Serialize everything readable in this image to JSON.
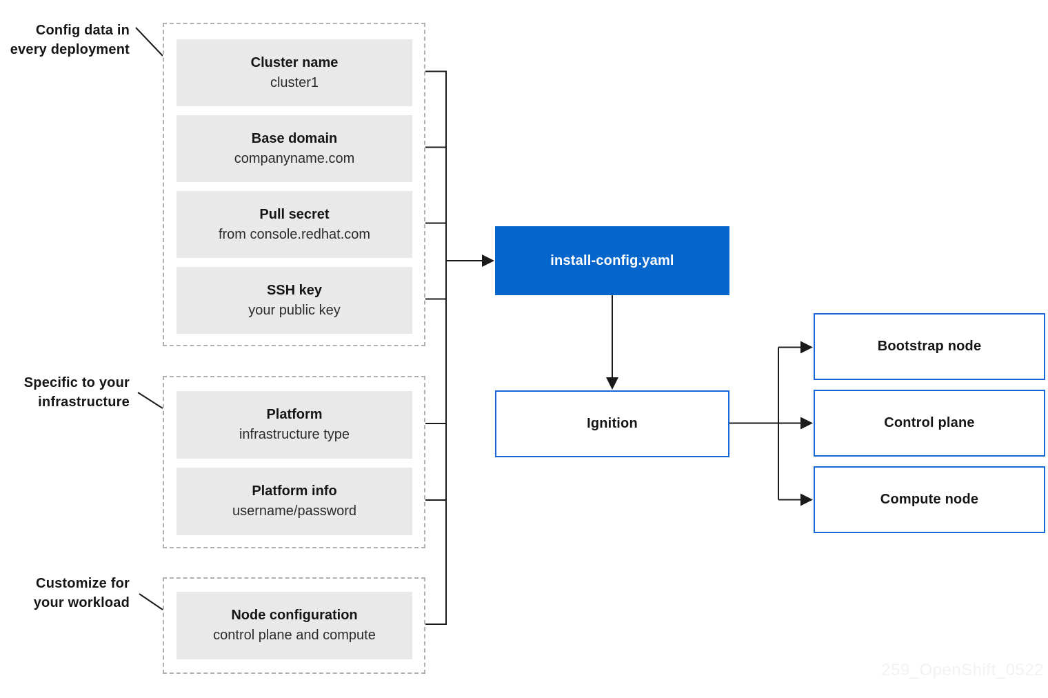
{
  "colors": {
    "accent_blue": "#0666cc",
    "outline_blue": "#1767d8",
    "box_fill_gray": "#e9e9e9",
    "dashed_border": "#b0b0b0",
    "line_black": "#1a1a1a",
    "text": "#151515",
    "watermark_gray": "#f2f2f2"
  },
  "annotations": [
    {
      "lines": [
        "Config data in",
        "every deployment"
      ]
    },
    {
      "lines": [
        "Specific to your",
        "infrastructure"
      ]
    },
    {
      "lines": [
        "Customize for",
        "your workload"
      ]
    }
  ],
  "groups": [
    {
      "name": "config-data-in-every-deployment",
      "items": [
        {
          "title": "Cluster name",
          "subtitle": "cluster1"
        },
        {
          "title": "Base domain",
          "subtitle": "companyname.com"
        },
        {
          "title": "Pull secret",
          "subtitle": "from console.redhat.com"
        },
        {
          "title": "SSH key",
          "subtitle": "your public key"
        }
      ]
    },
    {
      "name": "specific-to-your-infrastructure",
      "items": [
        {
          "title": "Platform",
          "subtitle": "infrastructure type"
        },
        {
          "title": "Platform info",
          "subtitle": "username/password"
        }
      ]
    },
    {
      "name": "customize-for-your-workload",
      "items": [
        {
          "title": "Node configuration",
          "subtitle": "control plane and compute"
        }
      ]
    }
  ],
  "flow": {
    "config_file": "install-config.yaml",
    "ignition": "Ignition",
    "targets": [
      "Bootstrap node",
      "Control plane",
      "Compute node"
    ]
  },
  "watermark": "259_OpenShift_0522"
}
